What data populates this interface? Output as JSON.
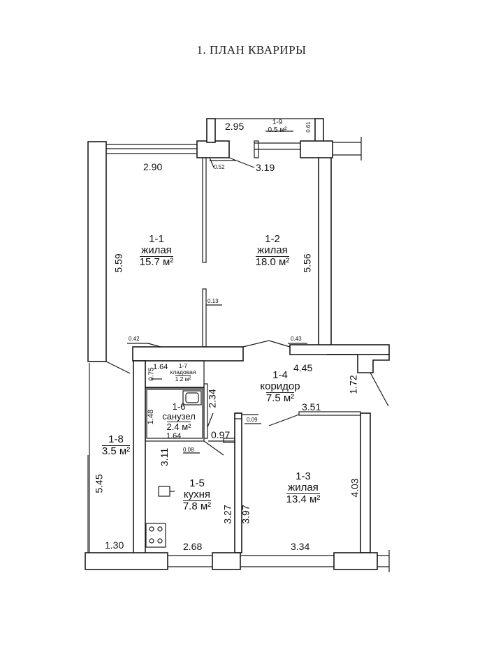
{
  "title": "1. ПЛАН КВАРИРЫ",
  "rooms": {
    "r11": {
      "id": "1-1",
      "name": "жилая",
      "area": "15.7 м²"
    },
    "r12": {
      "id": "1-2",
      "name": "жилая",
      "area": "18.0 м²"
    },
    "r13": {
      "id": "1-3",
      "name": "жилая",
      "area": "13.4 м²"
    },
    "r14": {
      "id": "1-4",
      "name": "коридор",
      "area": "7.5 м²"
    },
    "r15": {
      "id": "1-5",
      "name": "кухня",
      "area": "7.8 м²"
    },
    "r16": {
      "id": "1-6",
      "name": "санузел",
      "area": "2.4 м²"
    },
    "r17": {
      "id": "1-7",
      "name": "кладовая",
      "area": "1.2 м²"
    },
    "r18": {
      "id": "1-8",
      "name": "",
      "area": "3.5 м²"
    },
    "r19": {
      "id": "1-9",
      "name": "",
      "area": "0.5 м²"
    }
  },
  "dimensions": {
    "d_295": "2.95",
    "d_061": "0.61",
    "d_290": "2.90",
    "d_052": "0.52",
    "d_319": "3.19",
    "d_559": "5.59",
    "d_556": "5.56",
    "d_013": "0.13",
    "d_042": "0.42",
    "d_043": "0.43",
    "d_445": "4.45",
    "d_164a": "1.64",
    "d_075": "0.75",
    "d_234": "2.34",
    "d_172": "1.72",
    "d_148": "1.48",
    "d_009": "0.09",
    "d_351": "3.51",
    "d_164b": "1.64",
    "d_097": "0.97",
    "d_008": "0.08",
    "d_311": "3.11",
    "d_545": "5.45",
    "d_403": "4.03",
    "d_327": "3.27",
    "d_397": "3.97",
    "d_130": "1.30",
    "d_268": "2.68",
    "d_334": "3.34"
  }
}
